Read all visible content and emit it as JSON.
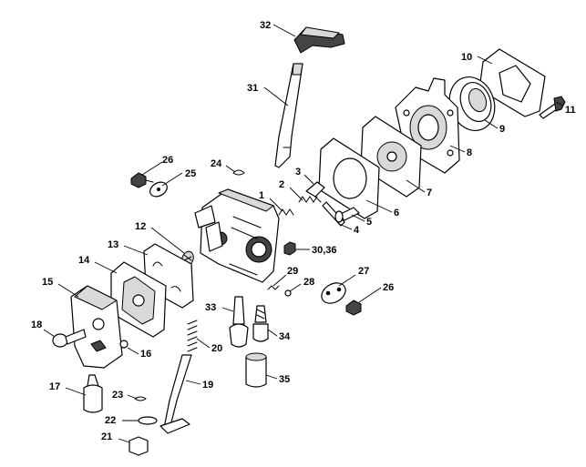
{
  "callouts": {
    "c1": "1",
    "c2": "2",
    "c3": "3",
    "c4": "4",
    "c5": "5",
    "c6": "6",
    "c7": "7",
    "c8": "8",
    "c9": "9",
    "c10": "10",
    "c11": "11",
    "c12": "12",
    "c13": "13",
    "c14": "14",
    "c15": "15",
    "c16": "16",
    "c17": "17",
    "c18": "18",
    "c19": "19",
    "c20": "20",
    "c21": "21",
    "c22": "22",
    "c23": "23",
    "c24": "24",
    "c25": "25",
    "c26a": "26",
    "c26b": "26",
    "c27": "27",
    "c28": "28",
    "c29": "29",
    "c3036": "30,36",
    "c31": "31",
    "c32": "32",
    "c33": "33",
    "c34": "34",
    "c35": "35"
  }
}
